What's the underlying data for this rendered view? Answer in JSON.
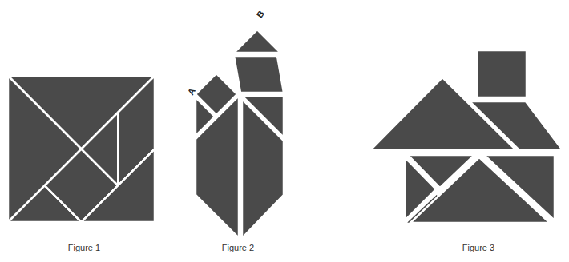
{
  "diagram": {
    "labels": [
      "B",
      "A",
      "Figure 1",
      "Figure 2",
      "Figure 3"
    ]
  }
}
